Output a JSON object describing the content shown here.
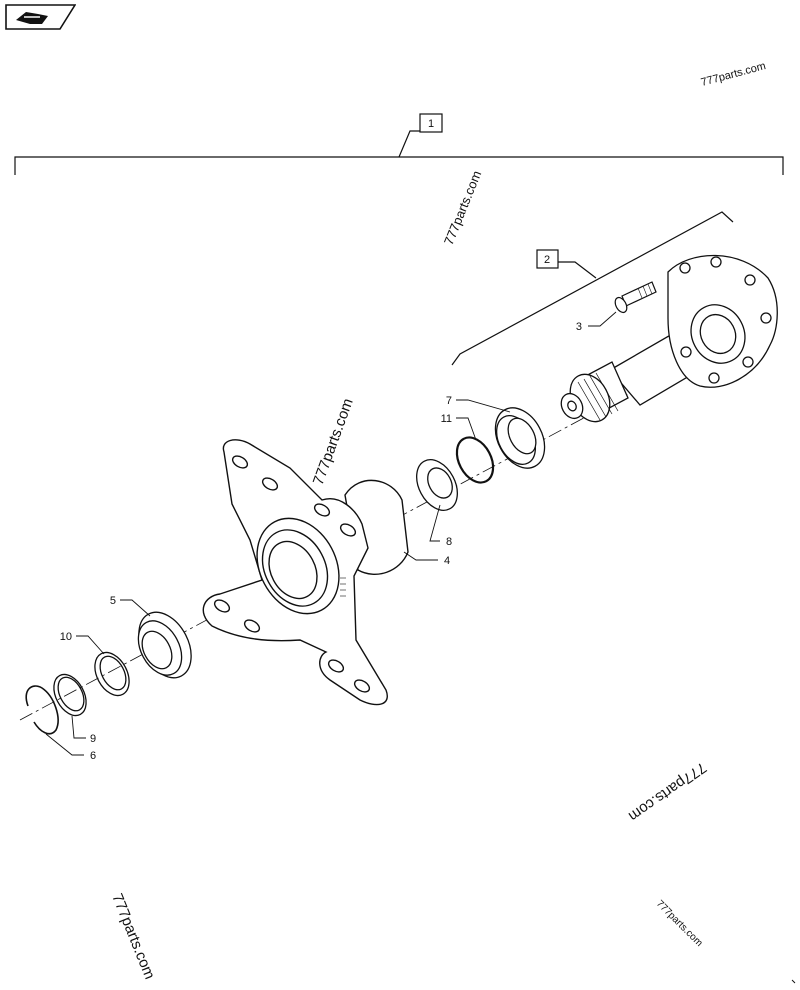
{
  "nav": {
    "icon": "next-page-arrow-icon"
  },
  "callouts": {
    "c1": "1",
    "c2": "2",
    "c3": "3",
    "c4": "4",
    "c5": "5",
    "c6": "6",
    "c7": "7",
    "c8": "8",
    "c9": "9",
    "c10": "10",
    "c11": "11"
  },
  "watermarks": {
    "w1": "777parts.com",
    "w2": "777parts.com",
    "w3": "777parts.com",
    "w4": "777parts.com",
    "w5": "777parts.com",
    "w6": "777parts.com"
  },
  "colors": {
    "line": "#111111",
    "background": "#ffffff"
  }
}
